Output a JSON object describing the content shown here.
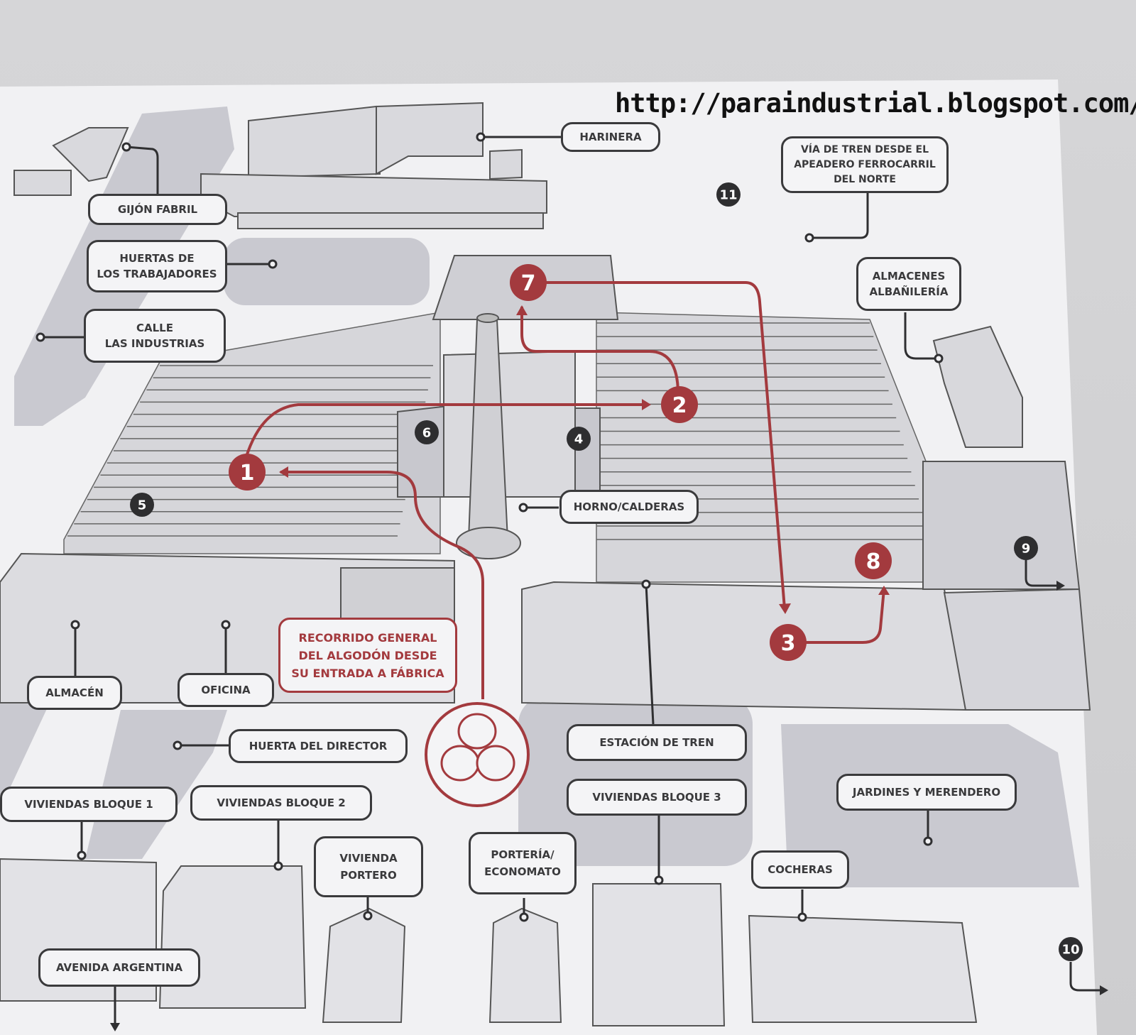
{
  "watermark": "http://paraindustrial.blogspot.com/",
  "labels": {
    "harinera": "HARINERA",
    "via_tren": "VÍA DE TREN DESDE EL\nAPEADERO FERROCARRIL\nDEL NORTE",
    "gijon_fabril": "GIJÓN FABRIL",
    "huertas_trabajadores": "HUERTAS DE\nLOS TRABAJADORES",
    "calle_industrias": "CALLE\nLAS INDUSTRIAS",
    "almacenes_albanileria": "ALMACENES\nALBAÑILERÍA",
    "horno_calderas": "HORNO/CALDERAS",
    "recorrido": "RECORRIDO GENERAL\nDEL ALGODÓN DESDE\nSU ENTRADA A FÁBRICA",
    "almacen": "ALMACÉN",
    "oficina": "OFICINA",
    "huerta_director": "HUERTA DEL DIRECTOR",
    "estacion_tren": "ESTACIÓN DE TREN",
    "viviendas_bloque_1": "VIVIENDAS BLOQUE 1",
    "viviendas_bloque_2": "VIVIENDAS BLOQUE 2",
    "vivienda_portero": "VIVIENDA\nPORTERO",
    "porteria_economato": "PORTERÍA/\nECONOMATO",
    "viviendas_bloque_3": "VIVIENDAS BLOQUE 3",
    "cocheras": "COCHERAS",
    "jardines_merendero": "JARDINES Y MERENDERO",
    "avenida_argentina": "AVENIDA ARGENTINA"
  },
  "route_markers": [
    "1",
    "2",
    "3",
    "7",
    "8"
  ],
  "area_markers": [
    "4",
    "5",
    "6",
    "9",
    "10",
    "11"
  ],
  "colors": {
    "route": "#a33a3e",
    "label_border": "#3a3a3c",
    "board": "#f1f1f3",
    "shaded_area": "#c9c9d0",
    "marker_dark": "#2e2e30"
  }
}
